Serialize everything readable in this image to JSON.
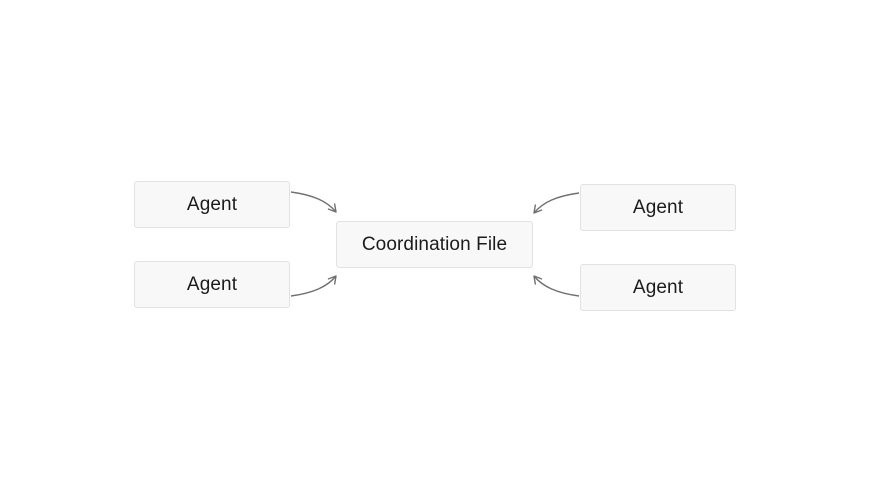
{
  "diagram": {
    "center": {
      "label": "Coordination File"
    },
    "agents": [
      {
        "label": "Agent"
      },
      {
        "label": "Agent"
      },
      {
        "label": "Agent"
      },
      {
        "label": "Agent"
      }
    ]
  }
}
